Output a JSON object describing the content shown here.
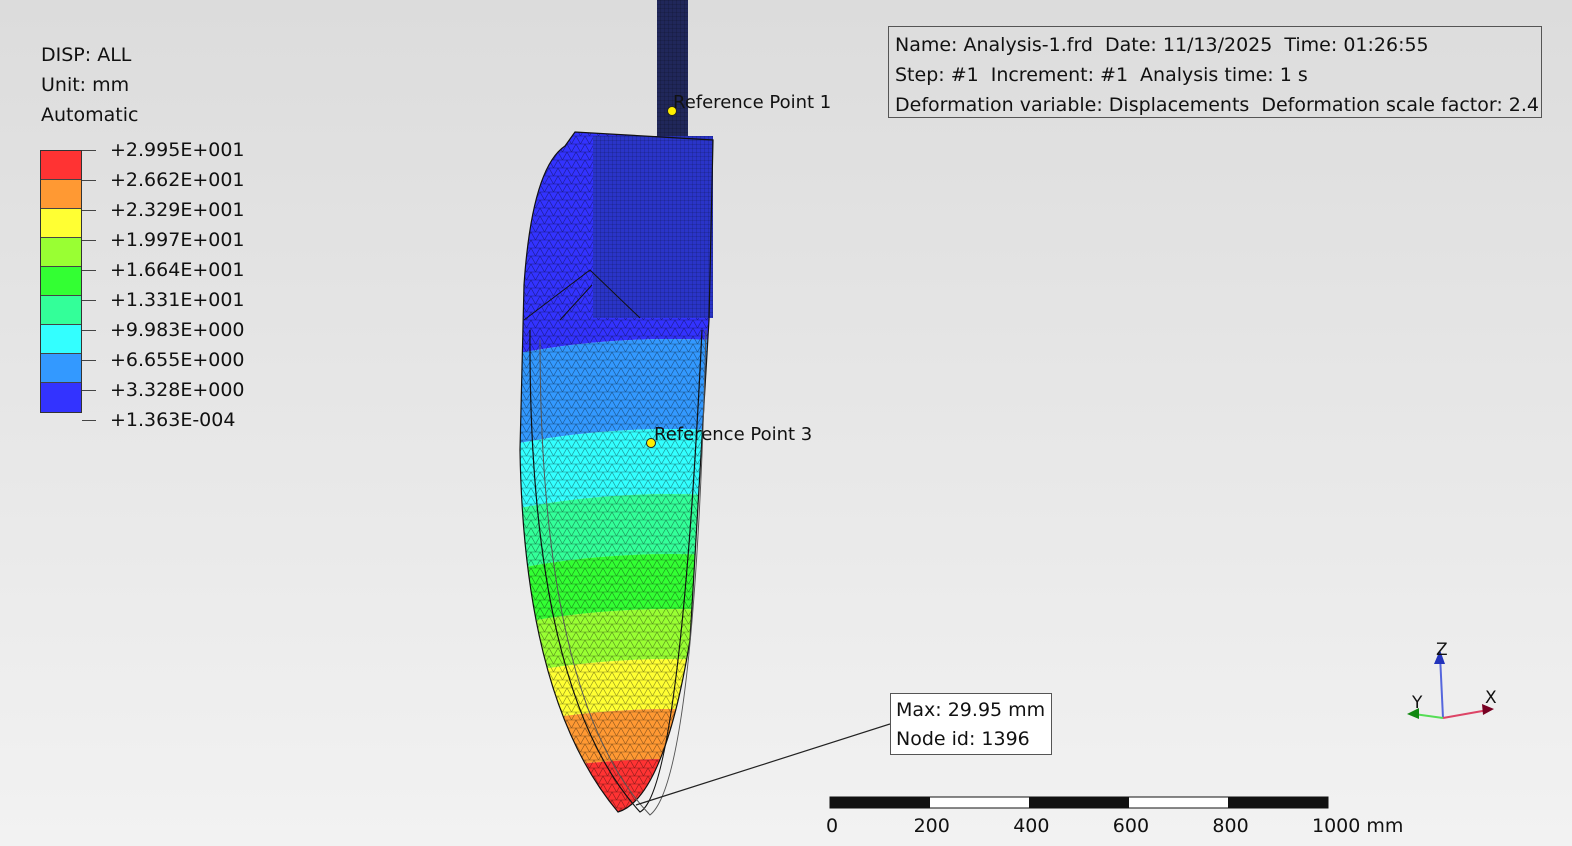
{
  "legend": {
    "variable": "DISP: ALL",
    "unit": "Unit: mm",
    "mode": "Automatic",
    "values": [
      "+2.995E+001",
      "+2.662E+001",
      "+2.329E+001",
      "+1.997E+001",
      "+1.664E+001",
      "+1.331E+001",
      "+9.983E+000",
      "+6.655E+000",
      "+3.328E+000",
      "+1.363E-004"
    ],
    "colors": [
      "#ff3333",
      "#ff9933",
      "#ffff33",
      "#99ff33",
      "#33ff33",
      "#33ff99",
      "#33ffff",
      "#3399ff",
      "#3333ff"
    ]
  },
  "info": {
    "name": "Name: Analysis-1.frd",
    "date": "Date: 11/13/2025",
    "time": "Time: 01:26:55",
    "step": "Step: #1",
    "increment": "Increment: #1",
    "analysis_time": "Analysis time: 1 s",
    "deformation_variable": "Deformation variable: Displacements",
    "scale_factor": "Deformation scale factor: 2.4"
  },
  "annotations": {
    "ref1": "Reference Point 1",
    "ref3": "Reference Point 3"
  },
  "max_box": {
    "max": "Max: 29.95 mm",
    "node": "Node id: 1396"
  },
  "scale_bar": {
    "labels": [
      "0",
      "200",
      "400",
      "600",
      "800",
      "1000 mm"
    ]
  },
  "triad": {
    "x": "X",
    "y": "Y",
    "z": "Z"
  }
}
